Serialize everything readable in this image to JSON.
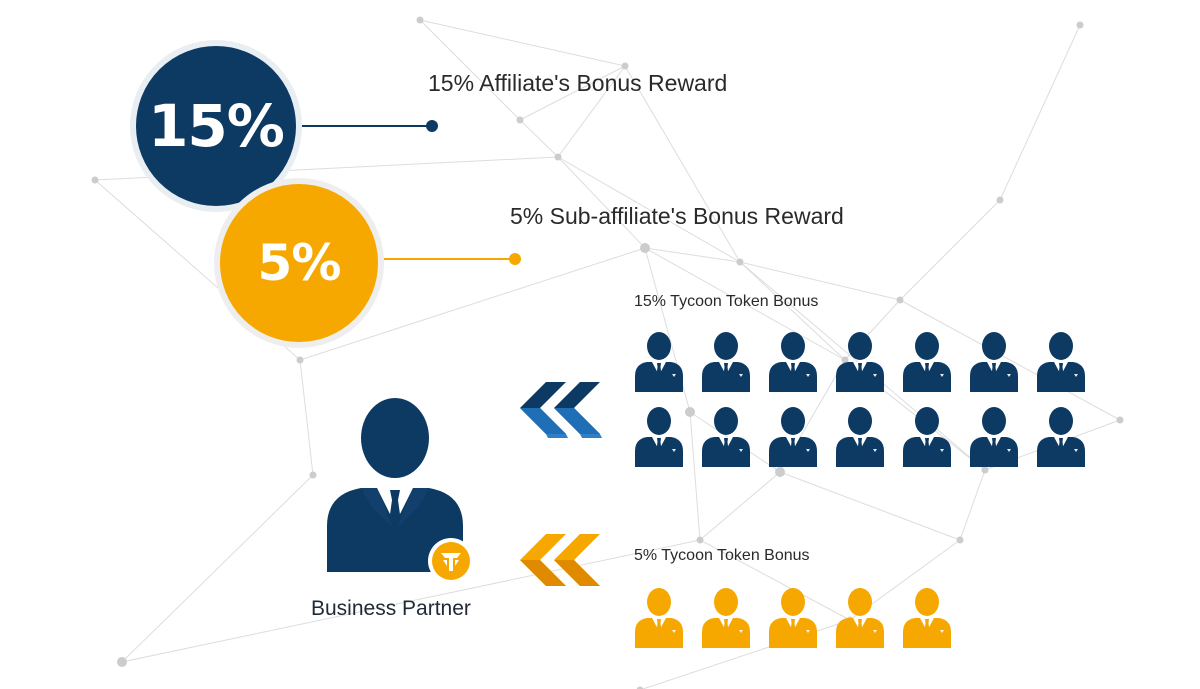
{
  "colors": {
    "navy": "#0d3a63",
    "gold": "#f7a800",
    "arrow_blue": "#1e6fb5",
    "arrow_orange": "#f7a800",
    "network_line": "#dddddd",
    "network_node": "#cccccc"
  },
  "affiliate": {
    "percent": "15%",
    "label": "15% Affiliate's Bonus Reward"
  },
  "sub_affiliate": {
    "percent": "5%",
    "label": "5% Sub-affiliate's Bonus Reward"
  },
  "token_bonus_15": {
    "label": "15%  Tycoon Token Bonus",
    "people_count": 14,
    "icon": "person-icon",
    "color": "navy"
  },
  "token_bonus_5": {
    "label": "5%  Tycoon Token Bonus",
    "people_count": 5,
    "icon": "person-icon",
    "color": "gold"
  },
  "business_partner": {
    "label": "Business Partner",
    "icon": "business-person-icon",
    "badge_icon": "tycoon-logo-icon"
  }
}
